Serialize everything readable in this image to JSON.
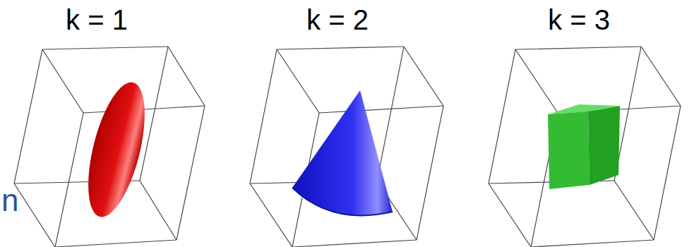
{
  "diagram": {
    "labels": [
      "k = 1",
      "k = 2",
      "k = 3",
      "n"
    ]
  }
}
